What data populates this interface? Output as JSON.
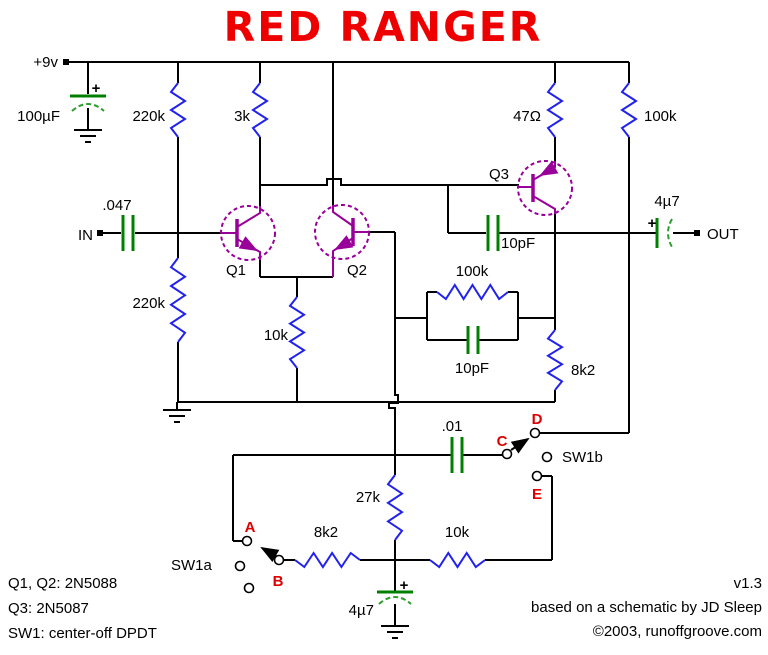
{
  "title": "RED RANGER",
  "colors": {
    "title_red": "#ee0000",
    "wire_black": "#000000",
    "resistor_blue": "#2222ee",
    "capacitor_green": "#008000",
    "transistor_purple": "#990099",
    "switch_label_red": "#dd0000",
    "background": "#ffffff"
  },
  "terminals": {
    "supply": "+9v",
    "input": "IN",
    "output": "OUT"
  },
  "components": {
    "c_filter": "100µF",
    "r_bias_top": "220k",
    "r_q1_load": "3k",
    "r_q3_emitter": "47Ω",
    "r_out": "100k",
    "c_in": ".047",
    "r_bias_bot": "220k",
    "q1": "Q1",
    "q2": "Q2",
    "q3": "Q3",
    "r_tail": "10k",
    "c_q3": "10pF",
    "c_out": "4µ7",
    "r_fb": "100k",
    "c_fb": "10pF",
    "r_q3_load": "8k2",
    "c_sw": ".01",
    "r_27k": "27k",
    "r_sw_8k2": "8k2",
    "r_sw_10k": "10k",
    "c_bottom": "4µ7",
    "plus": "+"
  },
  "switch": {
    "sw1a_label": "SW1a",
    "sw1b_label": "SW1b",
    "contact_a": "A",
    "contact_b": "B",
    "contact_c": "C",
    "contact_d": "D",
    "contact_e": "E"
  },
  "notes": [
    "Q1, Q2: 2N5088",
    "Q3: 2N5087",
    "SW1: center-off DPDT"
  ],
  "credits": [
    "v1.3",
    "based on a schematic by JD Sleep",
    "©2003, runoffgroove.com"
  ]
}
